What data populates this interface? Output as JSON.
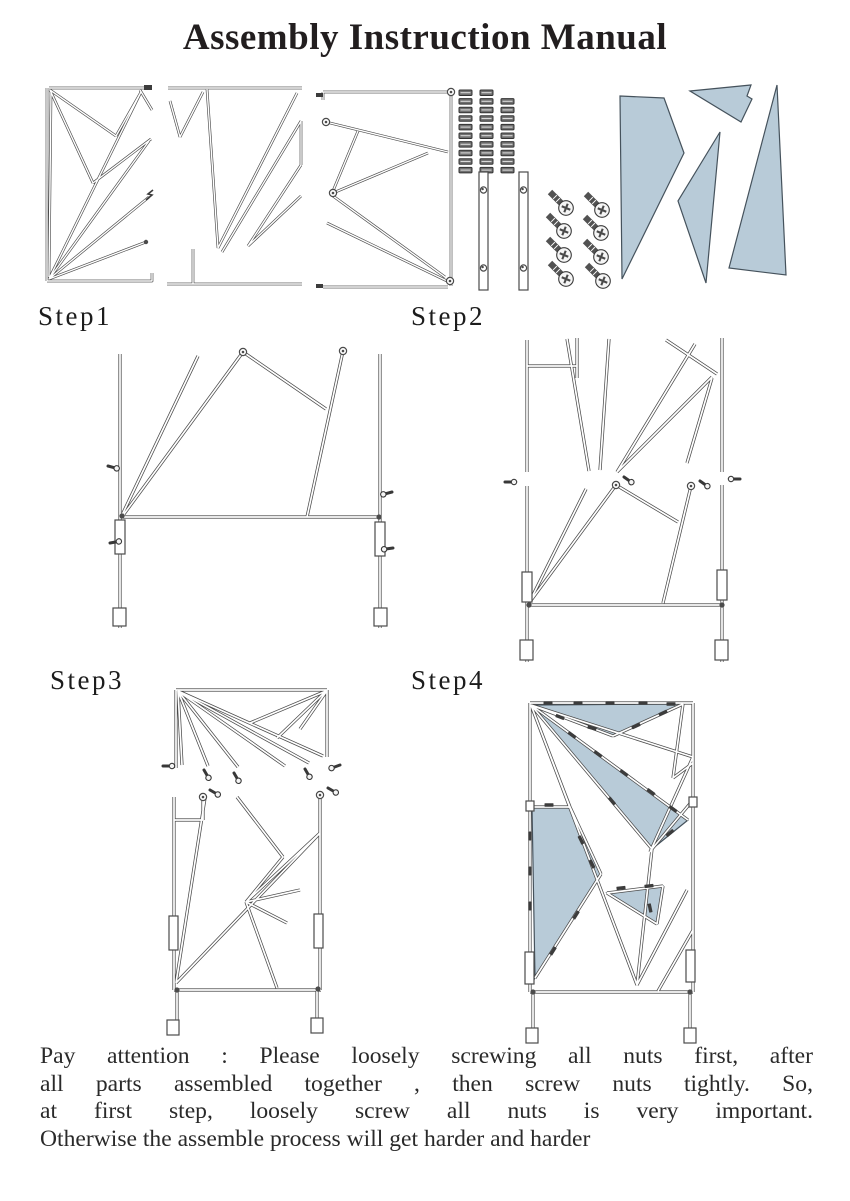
{
  "title": "Assembly Instruction Manual",
  "steps": [
    {
      "label": "Step1"
    },
    {
      "label": "Step2"
    },
    {
      "label": "Step3"
    },
    {
      "label": "Step4"
    }
  ],
  "attention": {
    "lines": [
      "Pay attention : Please loosely screwing all nuts first,  after",
      "all parts assembled together , then screw nuts tightly.  So,",
      "at first step, loosely screw all nuts is very important.",
      "Otherwise the assemble process will get harder and harder"
    ]
  },
  "parts_overview": {
    "frame_sections": 3,
    "nuts": 29,
    "connector_bars": 2,
    "screws": 8,
    "fabric_pieces": 4
  },
  "colors": {
    "fabric": "#b8cbd8",
    "line": "#4b4b4b",
    "text": "#232323"
  }
}
